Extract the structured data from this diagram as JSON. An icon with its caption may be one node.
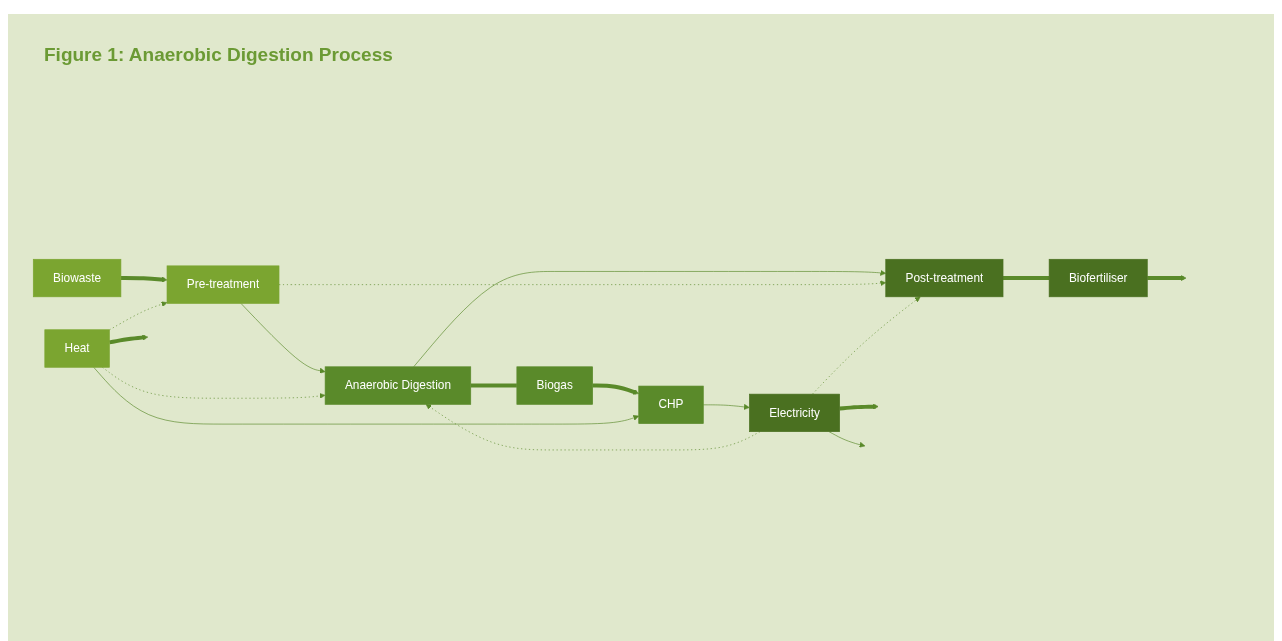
{
  "diagram": {
    "title": "Figure 1: Anaerobic Digestion Process",
    "nodes": [
      {
        "text": [
          "Biowaste"
        ]
      },
      {
        "text": [
          "Pre-treatment"
        ]
      },
      {
        "text": [
          "Anaerobic Digestion"
        ]
      },
      {
        "text": [
          "Post-treatment"
        ]
      },
      {
        "text": [
          "Biogas"
        ]
      },
      {
        "text": [
          "Heat"
        ]
      },
      {
        "text": [
          "CHP"
        ]
      },
      {
        "text": [
          "Electricity"
        ]
      },
      {
        "text": [
          "Biofertiliser"
        ]
      }
    ],
    "edges": [
      {
        "from": 0,
        "to": 1,
        "arrow": "to",
        "style": "thick"
      },
      {
        "from": 1,
        "to": 2,
        "arrow": "to"
      },
      {
        "from": 2,
        "to": 3,
        "arrow": "to"
      },
      {
        "from": 2,
        "to": 4,
        "arrow": "none",
        "style": "thick"
      },
      {
        "from": 4,
        "to": 6,
        "arrow": "to",
        "style": "thick"
      },
      {
        "from": 5,
        "to": 6,
        "arrow": "to"
      },
      {
        "from": 6,
        "to": 7,
        "arrow": "to"
      },
      {
        "from": 5,
        "to": null,
        "arrow": "to",
        "style": "thick"
      },
      {
        "from": 7,
        "to": null,
        "arrow": "to",
        "style": "thick"
      },
      {
        "from": 7,
        "to": null,
        "arrow": "to"
      },
      {
        "from": 3,
        "to": 8,
        "arrow": "none",
        "style": "thick"
      },
      {
        "from": 8,
        "to": null,
        "arrow": "to",
        "style": "thick"
      },
      {
        "from": 1,
        "to": 3,
        "arrow": "to",
        "style": "dashed"
      },
      {
        "from": 5,
        "to": 1,
        "arrow": "to",
        "style": "dashed"
      },
      {
        "from": 5,
        "to": 2,
        "arrow": "to",
        "style": "dashed"
      },
      {
        "from": 7,
        "to": 2,
        "arrow": "to",
        "style": "dashed"
      },
      {
        "from": 7,
        "to": 3,
        "arrow": "to",
        "style": "dashed"
      }
    ]
  }
}
